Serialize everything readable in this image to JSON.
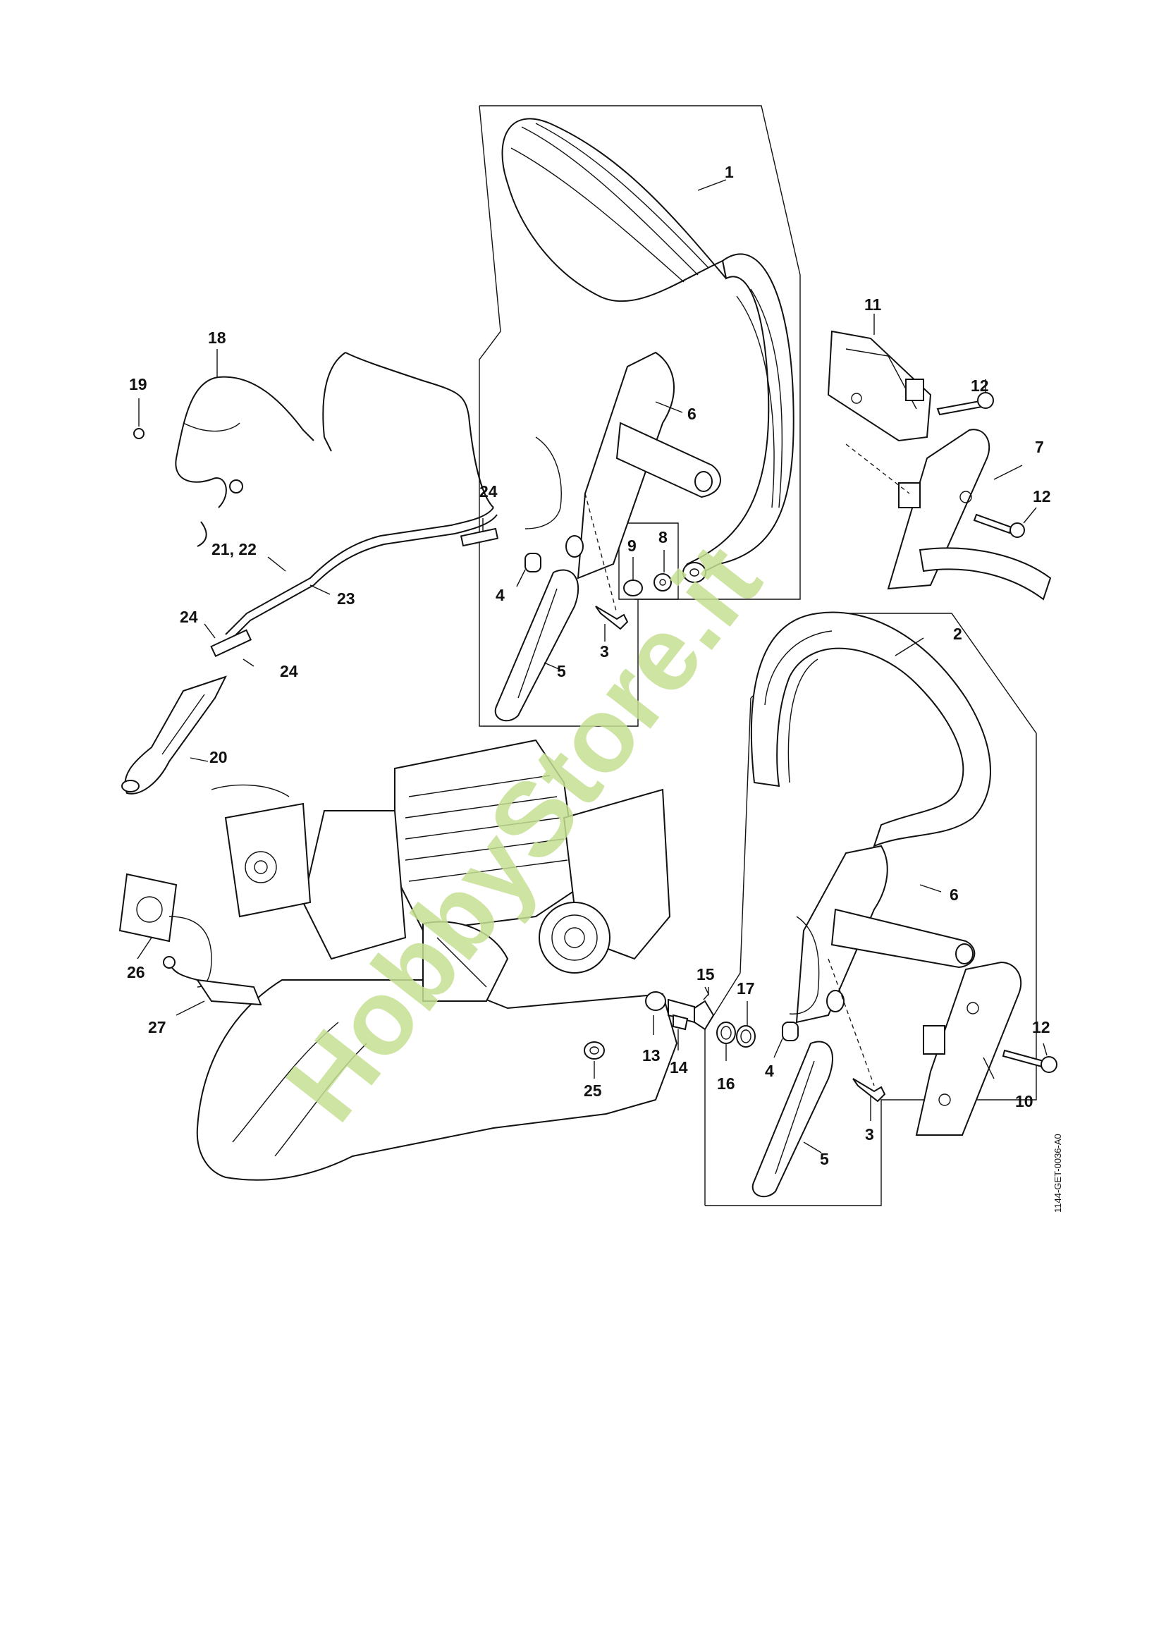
{
  "document_code": "1144-GET-0036-A0",
  "watermark": "HobbyStore.it",
  "callouts": {
    "c1": "1",
    "c2": "2",
    "c3a": "3",
    "c3b": "3",
    "c4a": "4",
    "c4b": "4",
    "c5a": "5",
    "c5b": "5",
    "c6a": "6",
    "c6b": "6",
    "c7": "7",
    "c8": "8",
    "c9": "9",
    "c10": "10",
    "c11": "11",
    "c12a": "12",
    "c12b": "12",
    "c12c": "12",
    "c13": "13",
    "c14": "14",
    "c15": "15",
    "c16": "16",
    "c17": "17",
    "c18": "18",
    "c19": "19",
    "c20": "20",
    "c2122": "21, 22",
    "c23": "23",
    "c24a": "24",
    "c24b": "24",
    "c24c": "24",
    "c25": "25",
    "c26": "26",
    "c27": "27"
  }
}
